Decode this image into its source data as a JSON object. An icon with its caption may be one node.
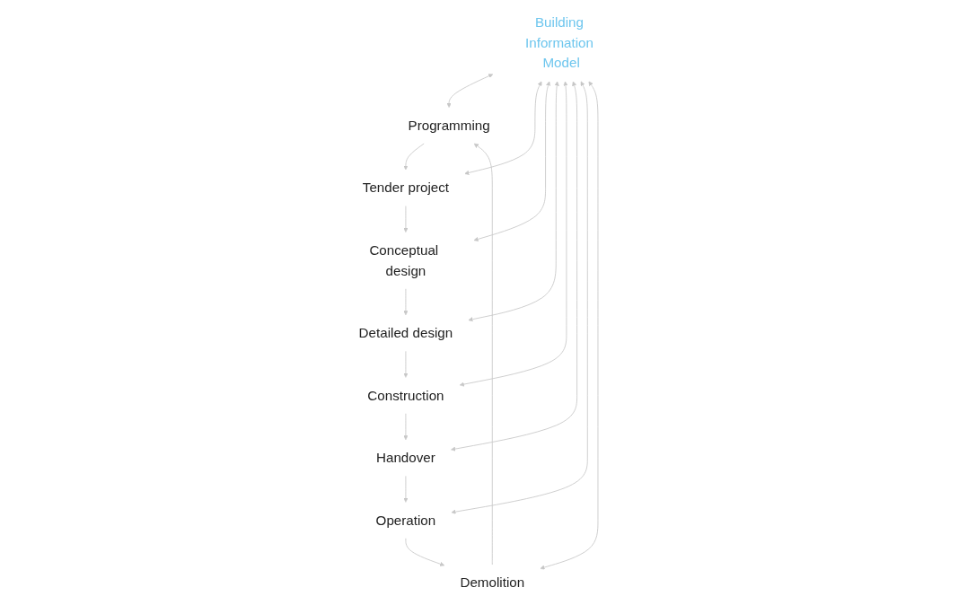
{
  "diagram": {
    "nodes": [
      {
        "text": [
          "Programming"
        ]
      },
      {
        "text": [
          "Tender project"
        ]
      },
      {
        "text": [
          "Conceptual design"
        ]
      },
      {
        "text": [
          "Detailed design"
        ]
      },
      {
        "text": [
          "Construction"
        ]
      },
      {
        "text": [
          "Handover"
        ]
      },
      {
        "text": [
          "Operation"
        ]
      },
      {
        "text": [
          "Demolition"
        ]
      },
      {
        "text": [
          "Building Information Model"
        ]
      }
    ],
    "edges": [
      {
        "from": 0,
        "to": 1,
        "arrow": "to"
      },
      {
        "from": 1,
        "to": 2,
        "arrow": "to"
      },
      {
        "from": 2,
        "to": 3,
        "arrow": "to"
      },
      {
        "from": 3,
        "to": 4,
        "arrow": "to"
      },
      {
        "from": 4,
        "to": 5,
        "arrow": "to"
      },
      {
        "from": 5,
        "to": 6,
        "arrow": "to"
      },
      {
        "from": 6,
        "to": 7,
        "arrow": "to"
      },
      {
        "from": 7,
        "to": 0,
        "arrow": "to"
      },
      {
        "from": 8,
        "to": 0,
        "arrow": "both"
      },
      {
        "from": 8,
        "to": 1,
        "arrow": "both"
      },
      {
        "from": 8,
        "to": 2,
        "arrow": "both"
      },
      {
        "from": 8,
        "to": 3,
        "arrow": "both"
      },
      {
        "from": 8,
        "to": 4,
        "arrow": "both"
      },
      {
        "from": 8,
        "to": 5,
        "arrow": "both"
      },
      {
        "from": 8,
        "to": 6,
        "arrow": "both"
      },
      {
        "from": 8,
        "to": 7,
        "arrow": "both"
      }
    ]
  }
}
